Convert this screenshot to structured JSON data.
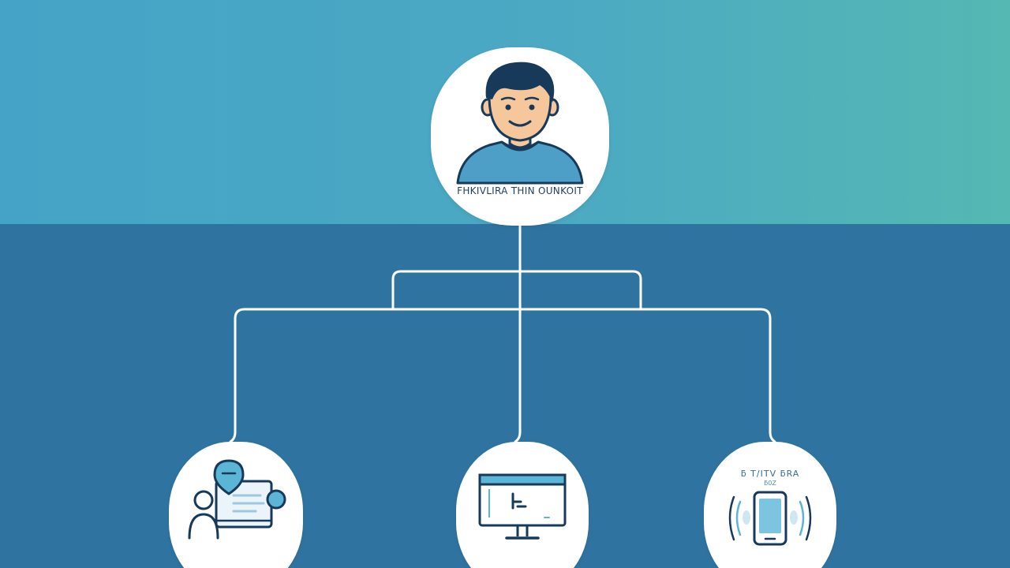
{
  "diagram": {
    "root": {
      "label": "FHKIVLIRA THIN OUNKOIT"
    },
    "children": [
      {
        "icon": "user-chat-icon"
      },
      {
        "icon": "monitor-icon",
        "screen_text": "L-"
      },
      {
        "icon": "smartphone-icon",
        "label": "ƃ T/ITV ƃRA",
        "sublabel": "ƃ0Z"
      }
    ]
  },
  "colors": {
    "top_band": "#4aa8c5",
    "bottom_band": "#2f74a0",
    "node_fill": "#ffffff",
    "connector": "#ffffff",
    "icon_stroke": "#17395a",
    "icon_accent": "#5bb6d6"
  }
}
